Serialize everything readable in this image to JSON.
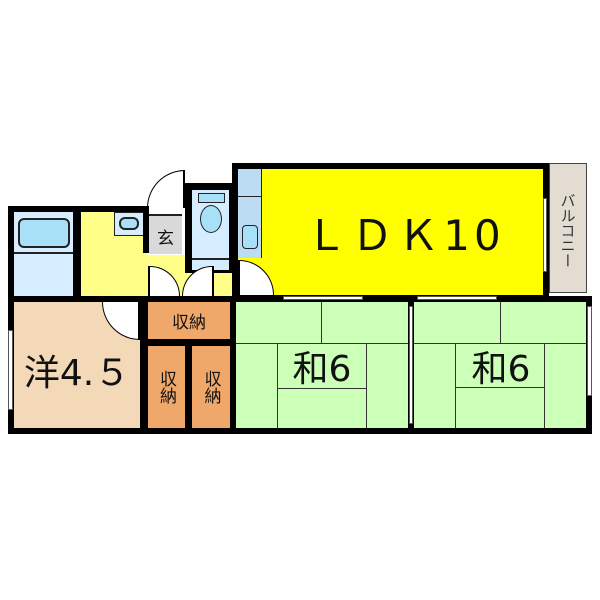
{
  "floorplan": {
    "rooms": {
      "ldk": {
        "label": "ＬＤＫ10",
        "color": "#ffff00"
      },
      "western": {
        "label": "洋4.５",
        "color": "#f3d9b8"
      },
      "japanese1": {
        "label": "和6",
        "color": "#ccffb8"
      },
      "japanese2": {
        "label": "和6",
        "color": "#ccffb8"
      },
      "entrance": {
        "label": "玄",
        "color": "#d9d9d9"
      },
      "balcony": {
        "label": "バルコニー",
        "color": "#e3dcd3"
      },
      "storage_top": {
        "label": "収納",
        "color": "#f0a86a"
      },
      "storage_left": {
        "label": "収納",
        "color": "#f0a86a"
      },
      "storage_right": {
        "label": "収納",
        "color": "#f0a86a"
      },
      "hall": {
        "color": "#ffff88"
      },
      "bath": {
        "color": "#d6ecff"
      },
      "toilet": {
        "color": "#d6ecff"
      }
    },
    "colors": {
      "wall": "#000000",
      "fixture": "#a8e0f8"
    }
  }
}
